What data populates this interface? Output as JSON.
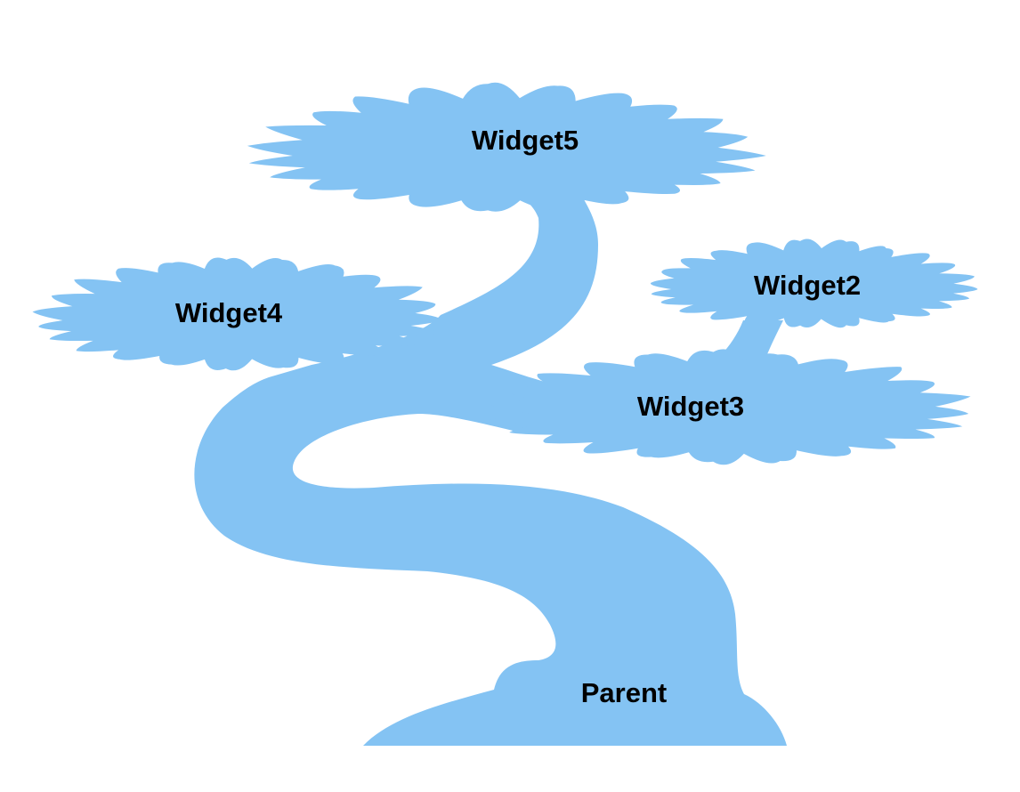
{
  "diagram": {
    "theme": {
      "tree_color": "#84C3F3",
      "label_color": "#000000",
      "background": "#FFFFFF"
    },
    "nodes": {
      "widget5": "Widget5",
      "widget4": "Widget4",
      "widget2": "Widget2",
      "widget3": "Widget3",
      "parent": "Parent"
    }
  }
}
